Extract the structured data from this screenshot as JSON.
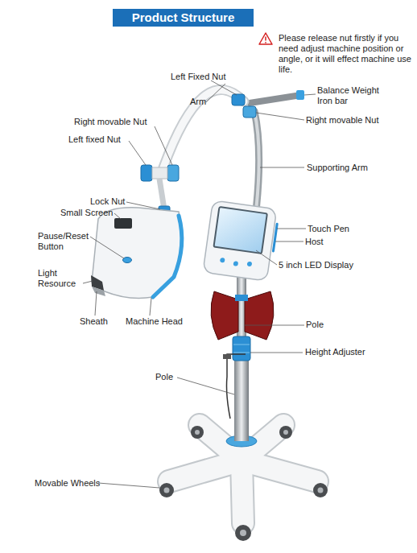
{
  "diagram": {
    "title": "Product Structure",
    "labels": [
      "Please release nut firstly if you need adjust machine position or angle, or it will effect machine use life.",
      "Left Fixed Nut",
      "Arm",
      "Balance Weight Iron bar",
      "Right movable Nut",
      "Right movable Nut",
      "Left fixed Nut",
      "Supporting Arm",
      "Lock Nut",
      "Small Screen",
      "Pause/Reset Button",
      "Light Resource",
      "Touch Pen",
      "Host",
      "5 inch LED Display",
      "Sheath",
      "Machine Head",
      "Pole",
      "Height Adjuster",
      "Pole",
      "Movable Wheels"
    ]
  }
}
